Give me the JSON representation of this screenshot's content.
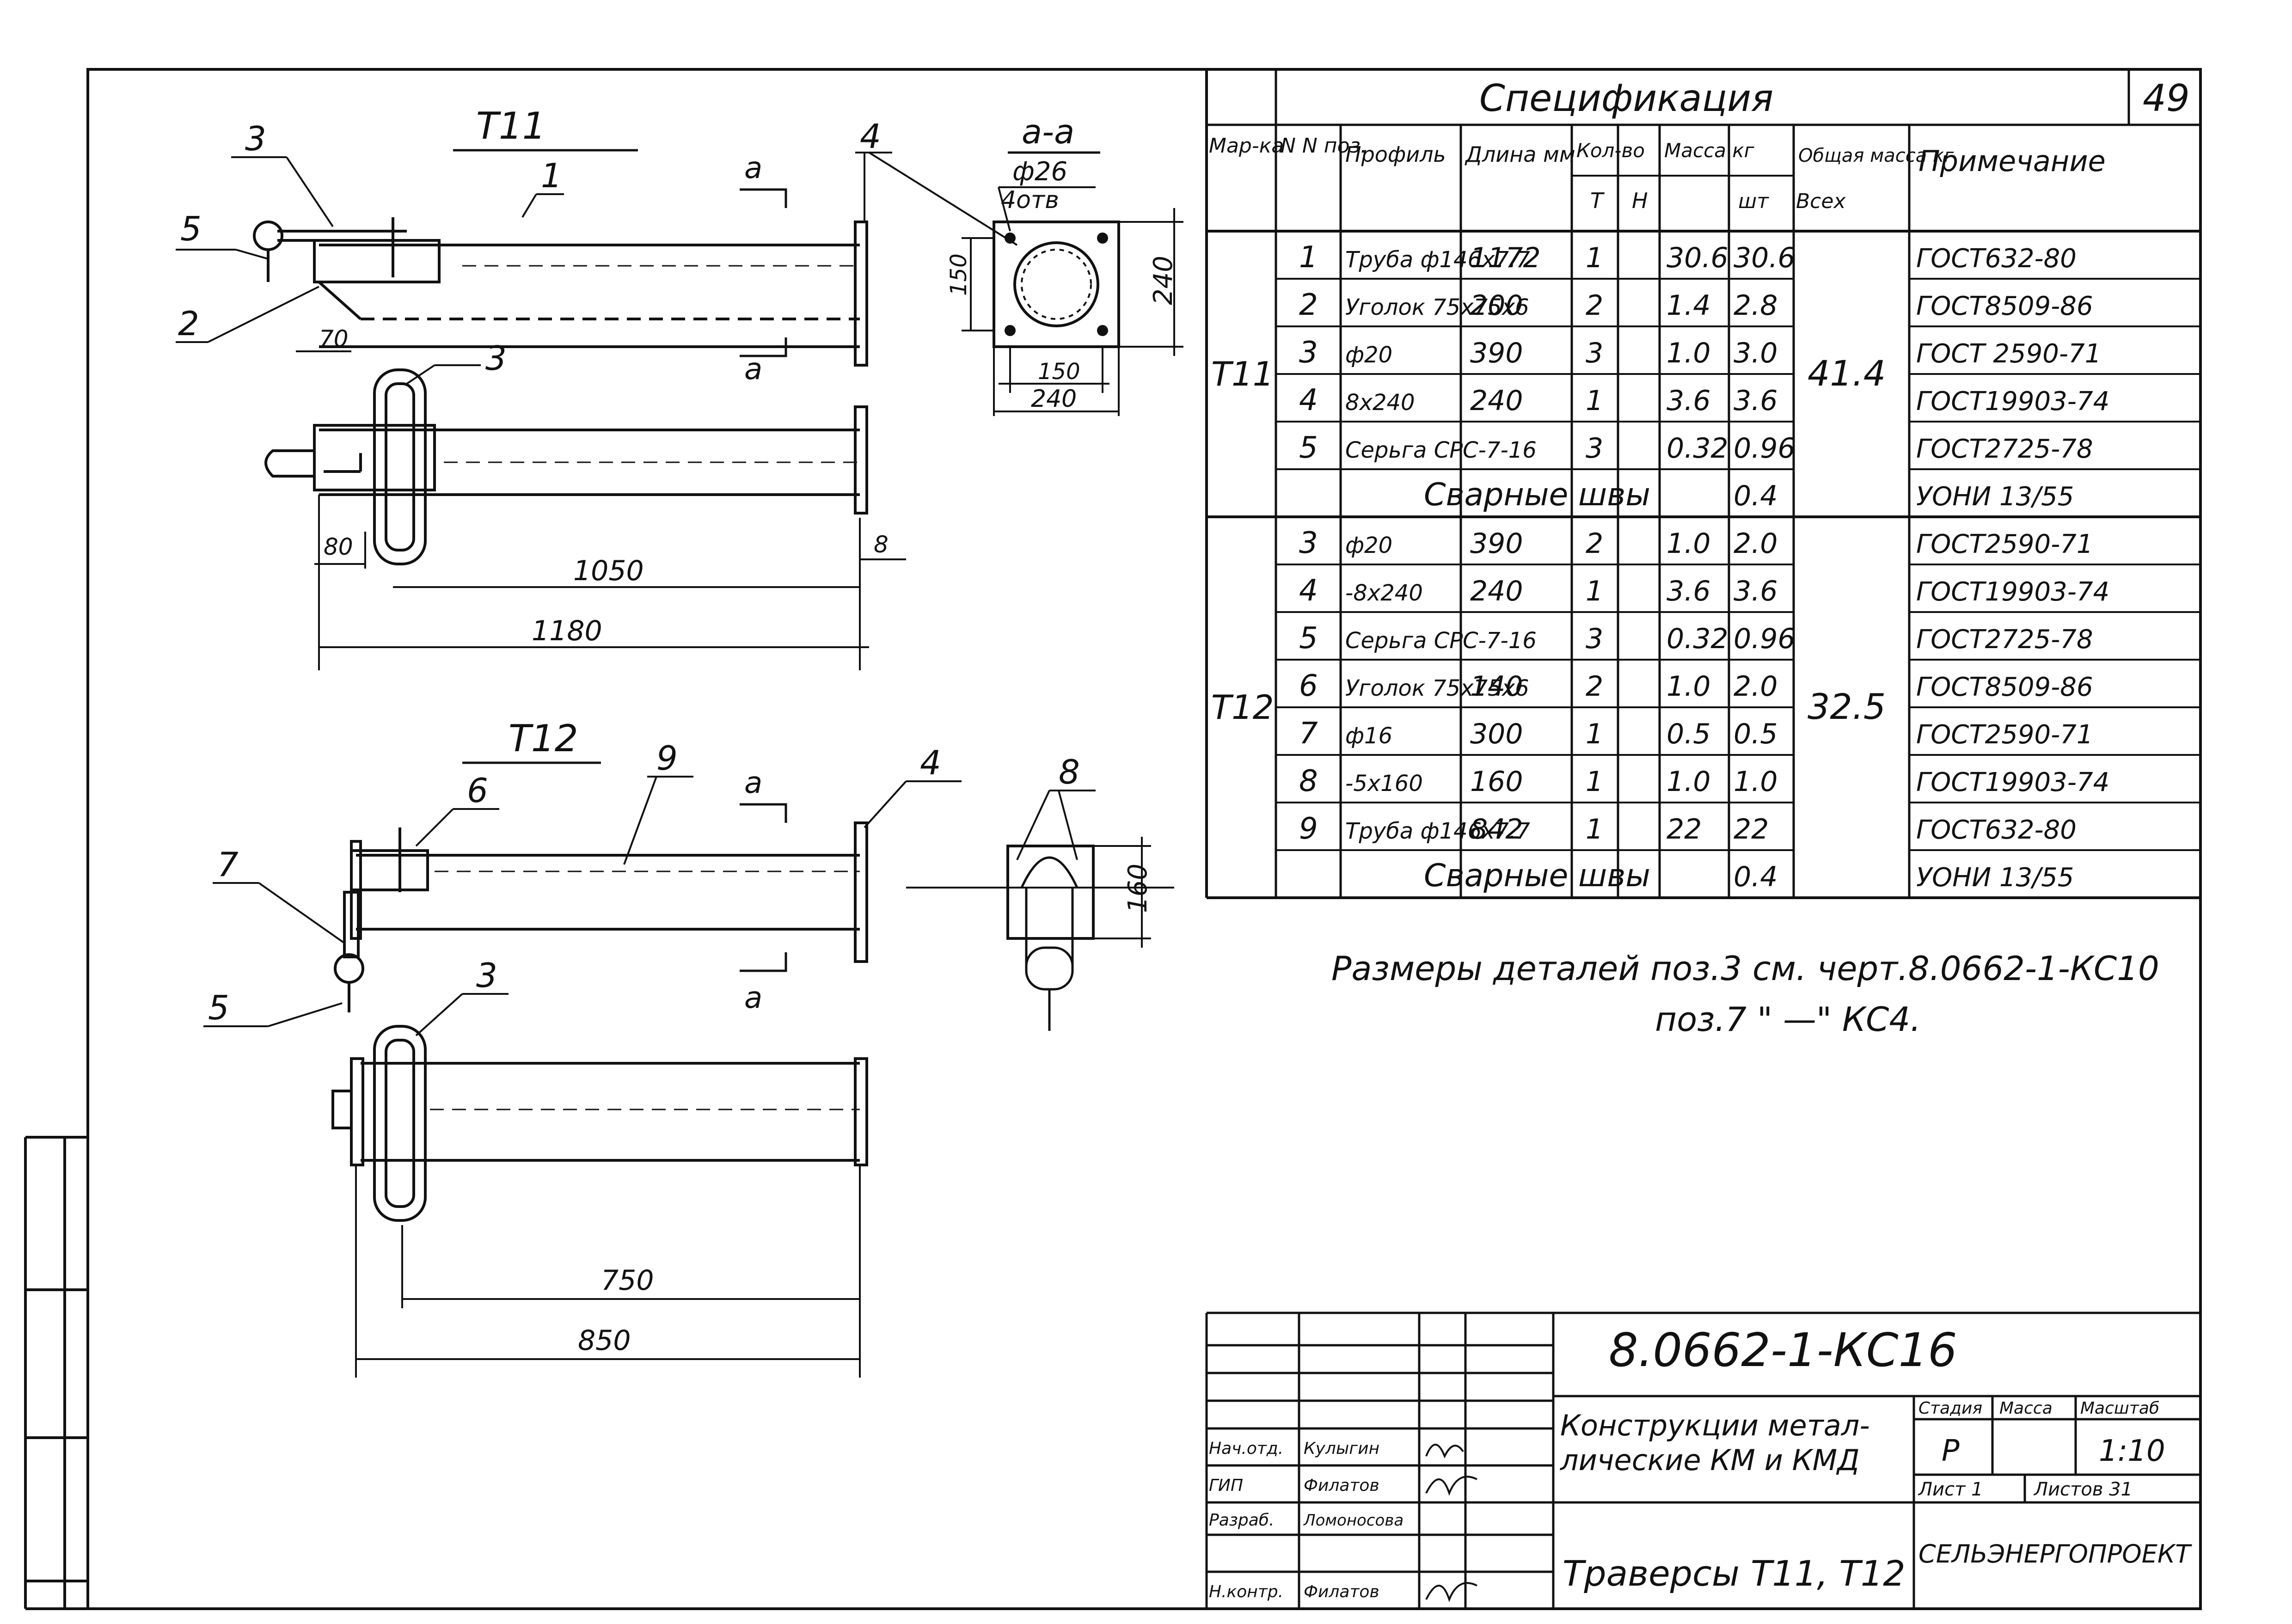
{
  "sheet_number": "49",
  "drawing_code": "8.0662-1-КС16",
  "drawings": {
    "t11": {
      "title": "Т11",
      "section_label": "а-а",
      "cut_marks": [
        "а",
        "а"
      ],
      "positions": [
        "1",
        "2",
        "3",
        "4",
        "5",
        "3"
      ],
      "section_hole": "ф26",
      "section_hole_count": "4отв",
      "dims": {
        "d70": "70",
        "d80": "80",
        "d1050": "1050",
        "d1180": "1180",
        "d8": "8",
        "s150v": "150",
        "s240v": "240",
        "s150h": "150",
        "s240h": "240"
      }
    },
    "t12": {
      "title": "Т12",
      "cut_marks": [
        "а",
        "а"
      ],
      "positions": [
        "6",
        "9",
        "4",
        "7",
        "5",
        "3",
        "8"
      ],
      "dims": {
        "d750": "750",
        "d850": "850",
        "d160": "160"
      }
    }
  },
  "spec": {
    "title": "Спецификация",
    "headers": {
      "mark": "Мар-ка",
      "pos": "N N поз.",
      "profile": "Профиль",
      "length": "Длина мм",
      "qty": "Кол-во",
      "qty_t": "Т",
      "qty_n": "Н",
      "mass": "Масса кг",
      "mass_pc": "шт",
      "mass_all": "Всех",
      "total": "Общая масса кг",
      "note": "Примечание"
    },
    "groups": [
      {
        "mark": "Т11",
        "total": "41.4",
        "rows": [
          {
            "pos": "1",
            "profile": "Труба ф146х7.7",
            "length": "1172",
            "t": "1",
            "n": "",
            "pc": "30.6",
            "all": "30.6",
            "note": "ГОСТ632-80"
          },
          {
            "pos": "2",
            "profile": "Уголок 75х75х6",
            "length": "200",
            "t": "2",
            "n": "",
            "pc": "1.4",
            "all": "2.8",
            "note": "ГОСТ8509-86"
          },
          {
            "pos": "3",
            "profile": "ф20",
            "length": "390",
            "t": "3",
            "n": "",
            "pc": "1.0",
            "all": "3.0",
            "note": "ГОСТ 2590-71"
          },
          {
            "pos": "4",
            "profile": "8х240",
            "length": "240",
            "t": "1",
            "n": "",
            "pc": "3.6",
            "all": "3.6",
            "note": "ГОСТ19903-74"
          },
          {
            "pos": "5",
            "profile": "Серьга СРС-7-16",
            "length": "",
            "t": "3",
            "n": "",
            "pc": "0.32",
            "all": "0.96",
            "note": "ГОСТ2725-78"
          }
        ],
        "weld": {
          "label": "Сварные швы",
          "all": "0.4",
          "note": "УОНИ 13/55"
        }
      },
      {
        "mark": "Т12",
        "total": "32.5",
        "rows": [
          {
            "pos": "3",
            "profile": "ф20",
            "length": "390",
            "t": "2",
            "n": "",
            "pc": "1.0",
            "all": "2.0",
            "note": "ГОСТ2590-71"
          },
          {
            "pos": "4",
            "profile": "-8х240",
            "length": "240",
            "t": "1",
            "n": "",
            "pc": "3.6",
            "all": "3.6",
            "note": "ГОСТ19903-74"
          },
          {
            "pos": "5",
            "profile": "Серьга СРС-7-16",
            "length": "",
            "t": "3",
            "n": "",
            "pc": "0.32",
            "all": "0.96",
            "note": "ГОСТ2725-78"
          },
          {
            "pos": "6",
            "profile": "Уголок 75х75х6",
            "length": "140",
            "t": "2",
            "n": "",
            "pc": "1.0",
            "all": "2.0",
            "note": "ГОСТ8509-86"
          },
          {
            "pos": "7",
            "profile": "ф16",
            "length": "300",
            "t": "1",
            "n": "",
            "pc": "0.5",
            "all": "0.5",
            "note": "ГОСТ2590-71"
          },
          {
            "pos": "8",
            "profile": "-5х160",
            "length": "160",
            "t": "1",
            "n": "",
            "pc": "1.0",
            "all": "1.0",
            "note": "ГОСТ19903-74"
          },
          {
            "pos": "9",
            "profile": "Труба ф146х7.7",
            "length": "842",
            "t": "1",
            "n": "",
            "pc": "22",
            "all": "22",
            "note": "ГОСТ632-80"
          }
        ],
        "weld": {
          "label": "Сварные швы",
          "all": "0.4",
          "note": "УОНИ 13/55"
        }
      }
    ]
  },
  "notes": {
    "line1": "Размеры деталей поз.3 см. черт.8.0662-1-КС10",
    "line2": "поз.7  \"  —\"  КС4."
  },
  "title_block": {
    "doc_title_1": "Конструкции метал-",
    "doc_title_2": "лические КМ и КМД",
    "sheet_title": "Траверсы Т11, Т12",
    "stage_label": "Стадия",
    "mass_label": "Масса",
    "scale_label": "Масштаб",
    "stage": "Р",
    "scale": "1:10",
    "sheet_label": "Лист 1",
    "sheets_label": "Листов 31",
    "org": "СЕЛЬЭНЕРГОПРОЕКТ",
    "signatures": [
      {
        "role": "Нач.отд.",
        "name": "Кулыгин"
      },
      {
        "role": "ГИП",
        "name": "Филатов"
      },
      {
        "role": "Разраб.",
        "name": "Ломоносова"
      },
      {
        "role": "Н.контр.",
        "name": "Филатов"
      }
    ]
  }
}
